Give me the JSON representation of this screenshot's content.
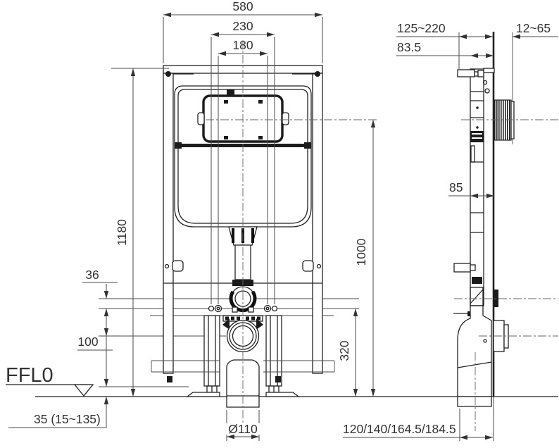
{
  "drawing": {
    "datum_label": "FFL0",
    "dims": {
      "top_width": "580",
      "bolt_spacing_outer": "230",
      "bolt_spacing_inner": "180",
      "frame_height": "1180",
      "actuator_height": "1000",
      "drain_height": "320",
      "flush_offset": "36",
      "drain_offset": "100",
      "floor_adjust_range": "35 (15~135)",
      "drain_diameter": "Ø110",
      "outlet_offset_options": "120/140/164.5/184.5",
      "actuator_depth_range": "125~220",
      "rod_depth": "83.5",
      "wall_finish_range": "12~65",
      "profile_depth": "85"
    },
    "colors": {
      "line": "#222222",
      "dimension": "#4a4a4a",
      "background": "#ffffff"
    }
  }
}
